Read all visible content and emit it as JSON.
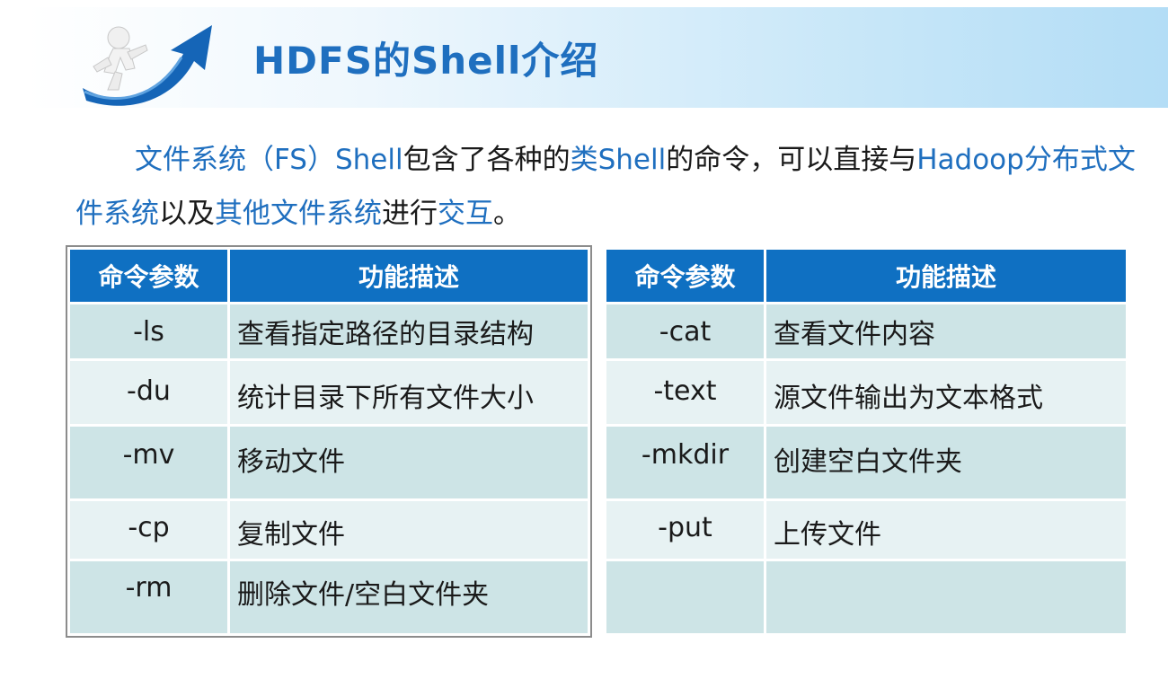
{
  "slide": {
    "title": "HDFS的Shell介绍",
    "intro": {
      "parts": [
        {
          "text": "文件系统（FS）Shell",
          "hl": true
        },
        {
          "text": "包含了各种的",
          "hl": false
        },
        {
          "text": "类Shell",
          "hl": true
        },
        {
          "text": "的命令，可以直接与",
          "hl": false
        },
        {
          "text": "Hadoop分布式文件系统",
          "hl": true
        },
        {
          "text": "以及",
          "hl": false
        },
        {
          "text": "其他文件系统",
          "hl": true
        },
        {
          "text": "进行",
          "hl": false
        },
        {
          "text": "交互",
          "hl": true
        },
        {
          "text": "。",
          "hl": false
        }
      ]
    },
    "colors": {
      "accent": "#1f6fbf",
      "header_bg": "#0f70c2",
      "row_dark": "#cde4e6",
      "row_light": "#e7f2f3"
    }
  },
  "left_table": {
    "headers": {
      "cmd": "命令参数",
      "desc": "功能描述"
    },
    "rows": [
      {
        "cmd": "-ls",
        "desc": "查看指定路径的目录结构"
      },
      {
        "cmd": "-du",
        "desc": "统计目录下所有文件大小"
      },
      {
        "cmd": "-mv",
        "desc": "移动文件"
      },
      {
        "cmd": "-cp",
        "desc": "复制文件"
      },
      {
        "cmd": "-rm",
        "desc": "删除文件/空白文件夹"
      }
    ]
  },
  "right_table": {
    "headers": {
      "cmd": "命令参数",
      "desc": "功能描述"
    },
    "rows": [
      {
        "cmd": "-cat",
        "desc": "查看文件内容"
      },
      {
        "cmd": "-text",
        "desc": "源文件输出为文本格式"
      },
      {
        "cmd": "-mkdir",
        "desc": "创建空白文件夹"
      },
      {
        "cmd": "-put",
        "desc": "上传文件"
      },
      {
        "cmd": "",
        "desc": ""
      }
    ]
  }
}
